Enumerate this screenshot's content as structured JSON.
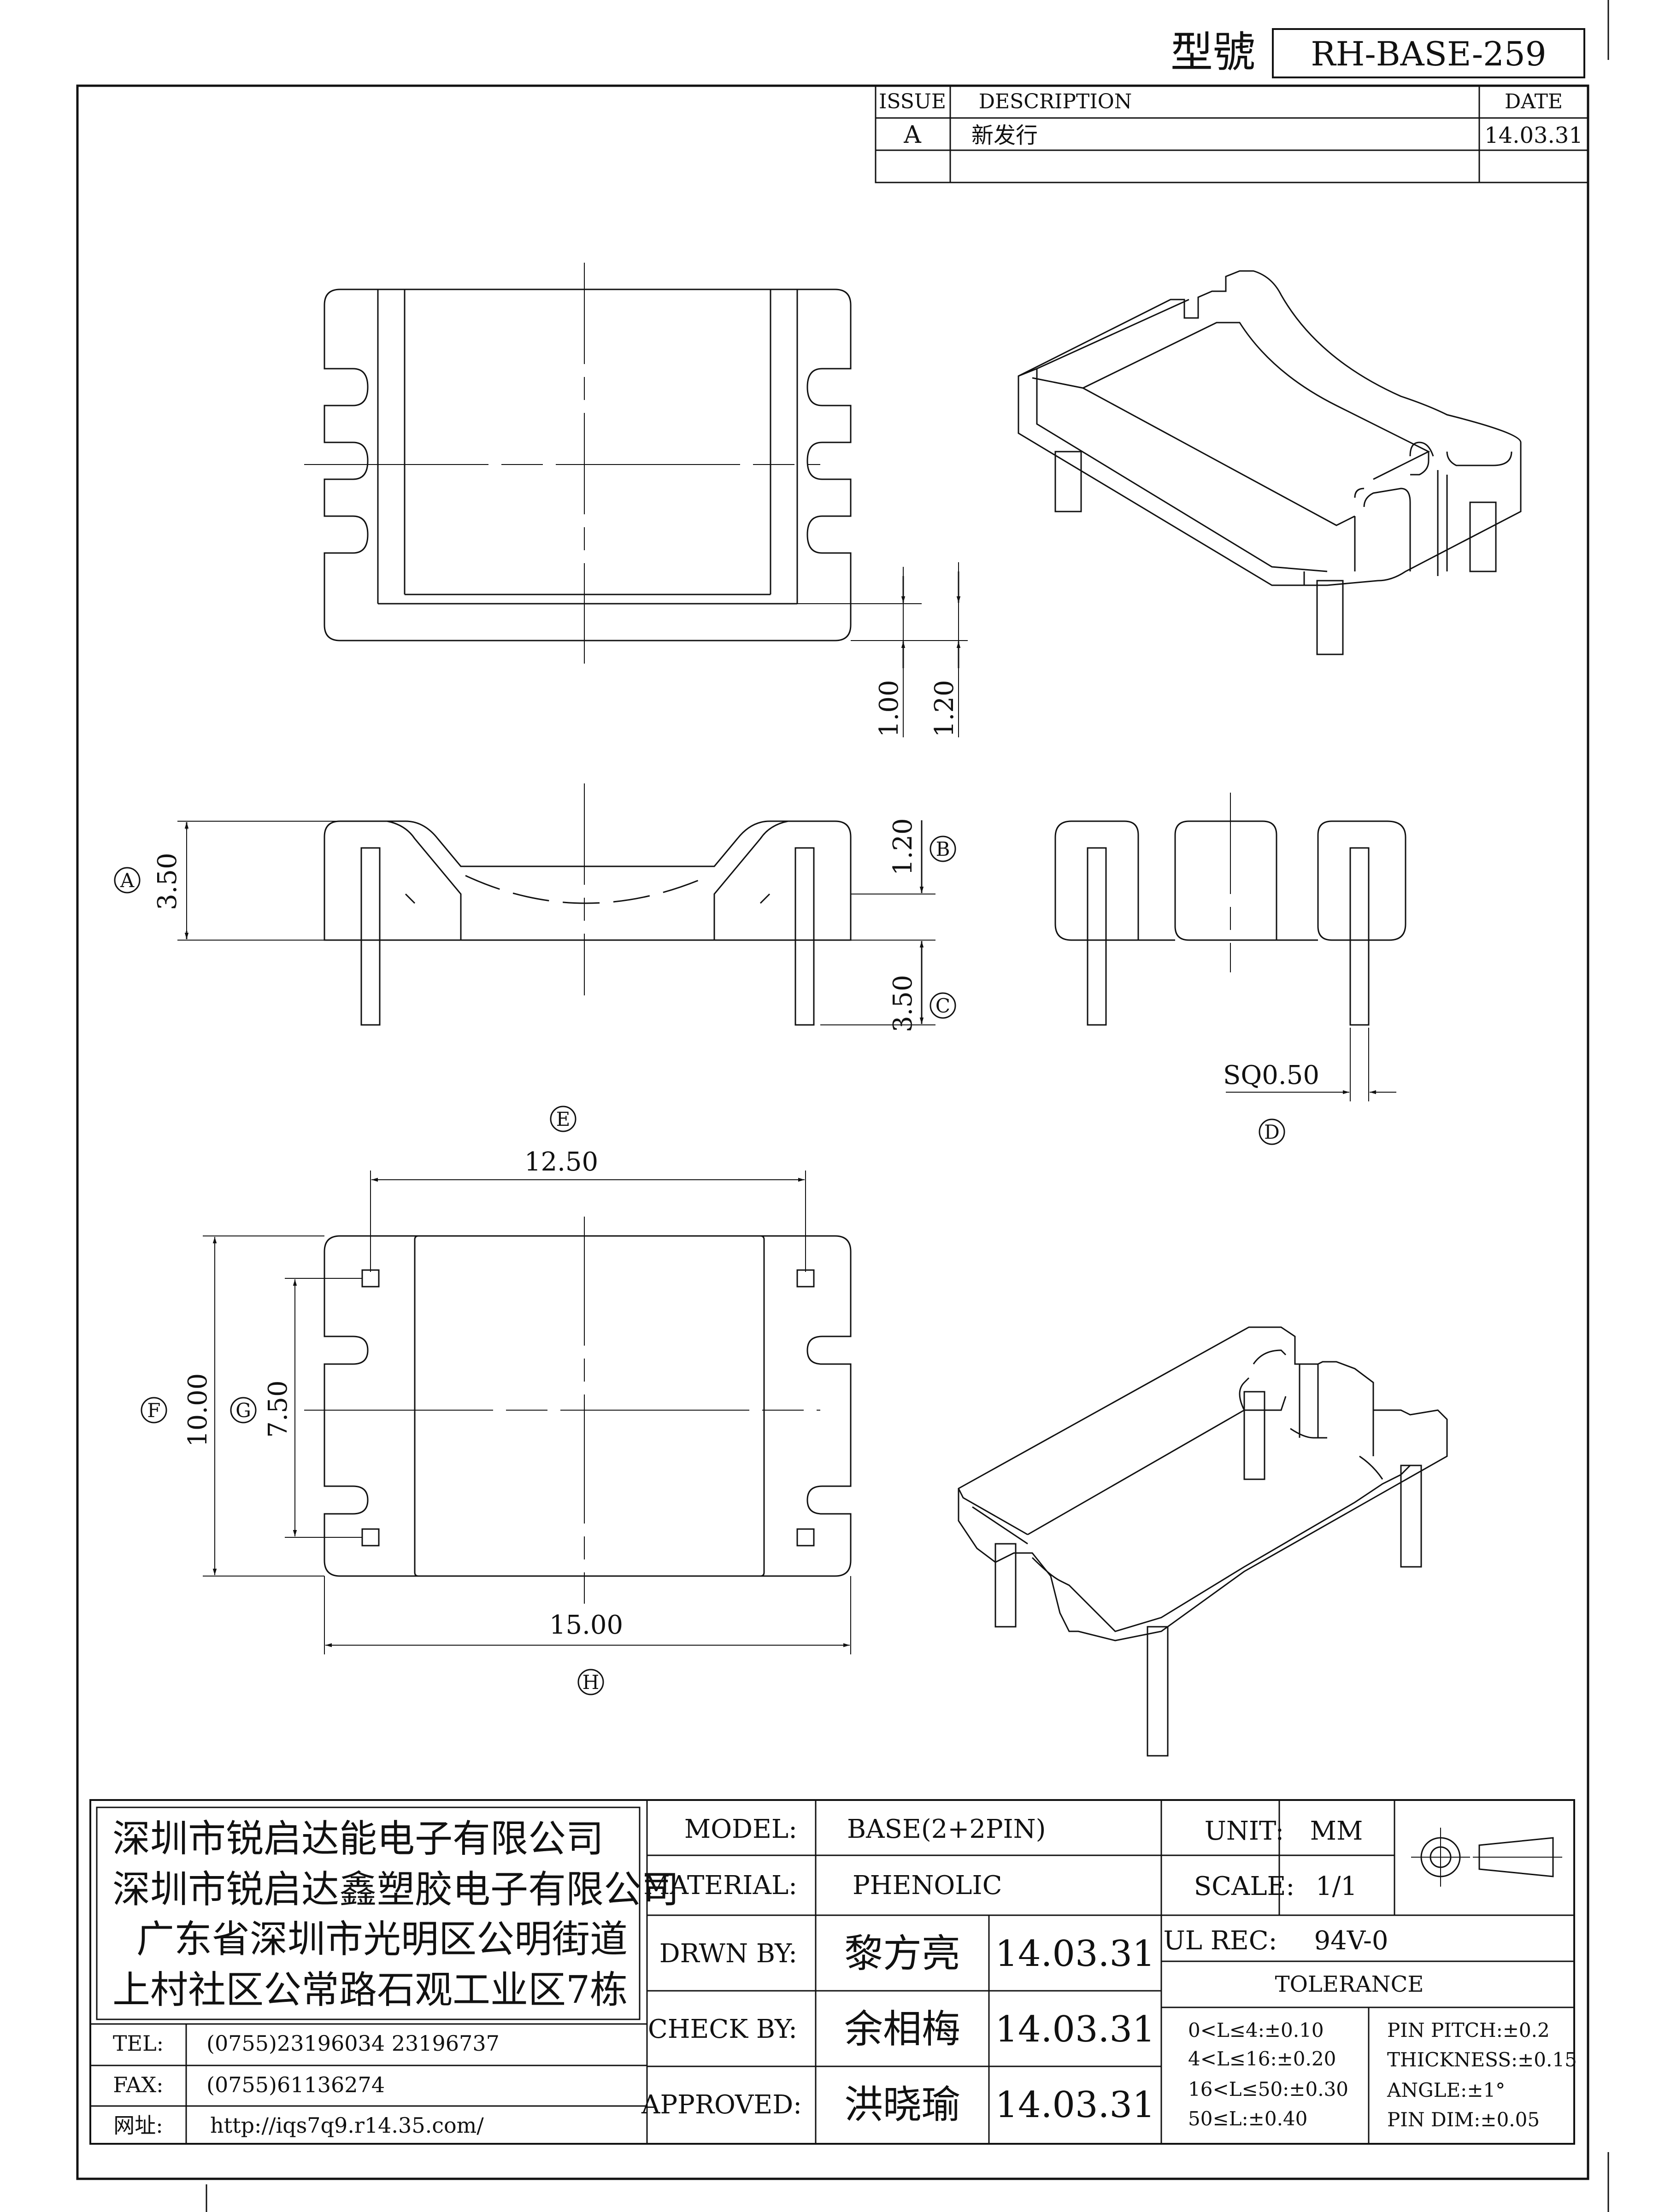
{
  "header": {
    "model_label": "型號",
    "model_number": "RH-BASE-259",
    "revision_columns": {
      "issue": "ISSUE",
      "description": "DESCRIPTION",
      "date": "DATE"
    },
    "revisions": [
      {
        "issue": "A",
        "description": "新发行",
        "date": "14.03.31"
      }
    ]
  },
  "dimensions": {
    "d_1_00": "1.00",
    "d_1_20_top": "1.20",
    "d_1_20_side": "1.20",
    "d_3_50_a": "3.50",
    "d_3_50_c": "3.50",
    "d_sq": "SQ0.50",
    "d_12_50": "12.50",
    "d_10_00": "10.00",
    "d_7_50": "7.50",
    "d_15_00": "15.00"
  },
  "callouts": {
    "a": "A",
    "b": "B",
    "c": "C",
    "d": "D",
    "e": "E",
    "f": "F",
    "g": "G",
    "h": "H"
  },
  "company": {
    "line1": "深圳市锐启达能电子有限公司",
    "line2": "深圳市锐启达鑫塑胶电子有限公司",
    "line3": "广东省深圳市光明区公明街道",
    "line4": "上村社区公常路石观工业区7栋"
  },
  "contacts": {
    "tel_label": "TEL:",
    "tel_value": "(0755)23196034   23196737",
    "fax_label": "FAX:",
    "fax_value": "(0755)61136274",
    "web_label": "网址:",
    "web_value": "http://iqs7q9.r14.35.com/"
  },
  "title_block": {
    "model_label": "MODEL:",
    "model_value": "BASE(2+2PIN)",
    "material_label": "MATERIAL:",
    "material_value": "PHENOLIC",
    "drawn_label": "DRWN BY:",
    "drawn_name": "黎方亮",
    "drawn_date": "14.03.31",
    "check_label": "CHECK BY:",
    "check_name": "余相梅",
    "check_date": "14.03.31",
    "approved_label": "APPROVED:",
    "approved_name": "洪晓瑜",
    "approved_date": "14.03.31",
    "unit_label": "UNIT:",
    "unit_value": "MM",
    "scale_label": "SCALE:",
    "scale_value": "1/1",
    "ul_label": "UL REC:",
    "ul_value": "94V-0",
    "tolerance_title": "TOLERANCE",
    "tol_1": "0<L≤4:±0.10",
    "tol_2": "4<L≤16:±0.20",
    "tol_3": "16<L≤50:±0.30",
    "tol_4": "50≤L:±0.40",
    "tol_pitch": "PIN PITCH:±0.2",
    "tol_thickness": "THICKNESS:±0.15",
    "tol_angle": "ANGLE:±1°",
    "tol_pin_dim": "PIN DIM:±0.05"
  }
}
